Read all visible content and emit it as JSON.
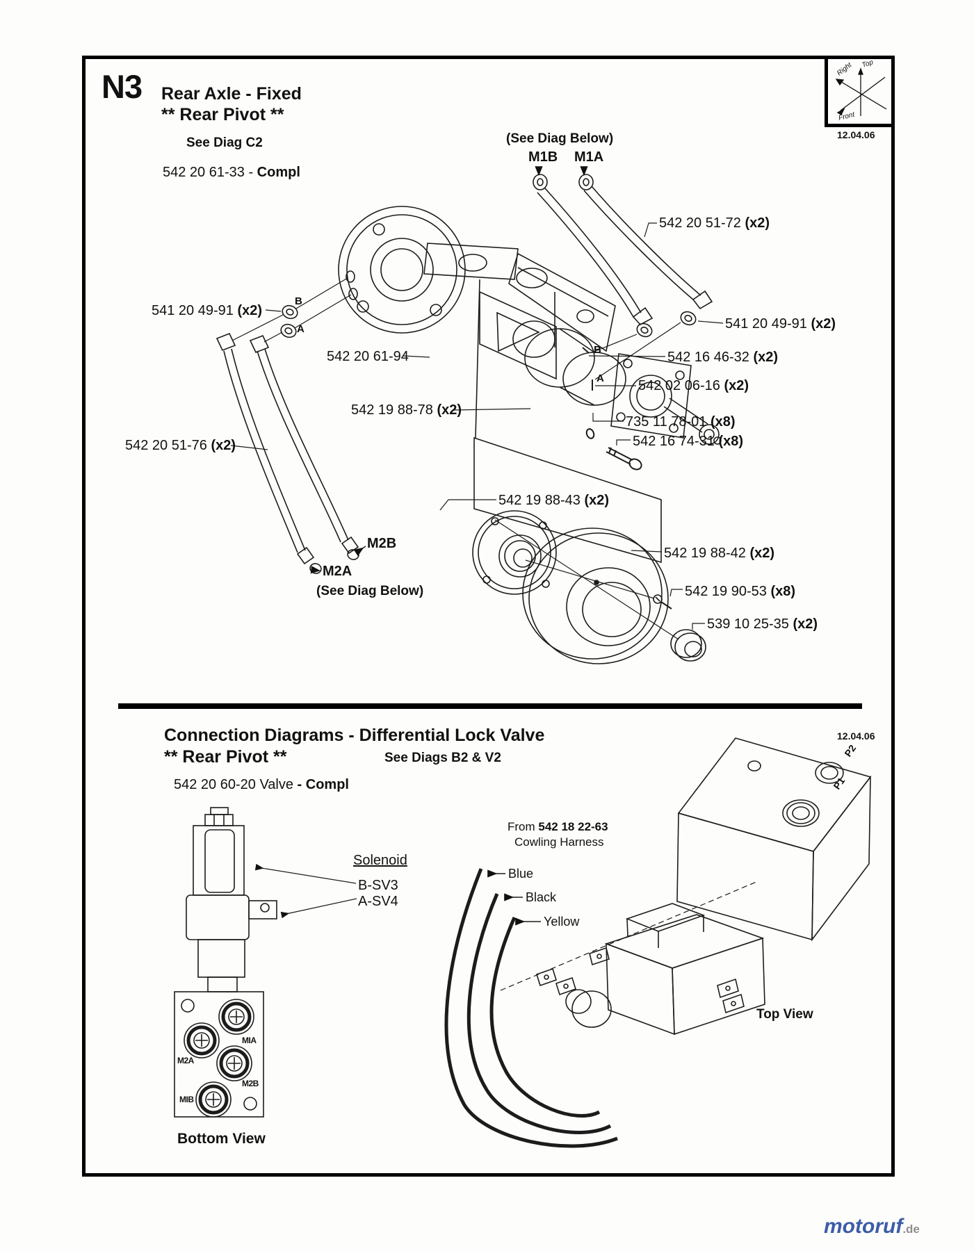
{
  "colors": {
    "ink": "#111111",
    "line": "#1c1c1c",
    "brand_blue": "#3c5ca8",
    "brand_gray": "#8f8f8f"
  },
  "page": {
    "date_top": "12.04.06",
    "date_bottom": "12.04.06",
    "compass": {
      "top": "Top",
      "right": "Right",
      "front": "Front"
    }
  },
  "watermark": {
    "name": "motoruf",
    "tld": ".de"
  },
  "header": {
    "section_code": "N3",
    "title": "Rear Axle - Fixed",
    "subtitle": "** Rear Pivot **",
    "see_diag": "See Diag C2",
    "assembly": {
      "prefix": "542 20 61-33 - ",
      "bold": "Compl"
    }
  },
  "top_diagram": {
    "see_below_top": "(See Diag Below)",
    "m1b": "M1B",
    "m1a": "M1A",
    "m2b": "M2B",
    "m2a": "M2A",
    "see_below_bottom": "(See Diag Below)",
    "letters": {
      "b": "B",
      "a": "A"
    },
    "parts": [
      {
        "num": "542 20 51-72 ",
        "qty": "(x2)"
      },
      {
        "num": "541 20 49-91 ",
        "qty": "(x2)"
      },
      {
        "num": "542 16 46-32 ",
        "qty": "(x2)"
      },
      {
        "num": "542 02 06-16 ",
        "qty": "(x2)"
      },
      {
        "num": "735 11 78-01 ",
        "qty": "(x8)"
      },
      {
        "num": "542 16 74-31 ",
        "qty": "(x8)"
      },
      {
        "num": "541 20 49-91 ",
        "qty": "(x2)"
      },
      {
        "num": "542 20 61-94",
        "qty": ""
      },
      {
        "num": "542 19 88-78 ",
        "qty": "(x2)"
      },
      {
        "num": "542 20 51-76 ",
        "qty": "(x2)"
      },
      {
        "num": "542 19 88-43 ",
        "qty": "(x2)"
      },
      {
        "num": "542 19 88-42 ",
        "qty": "(x2)"
      },
      {
        "num": "542 19 90-53 ",
        "qty": "(x8)"
      },
      {
        "num": "539 10 25-35 ",
        "qty": "(x2)"
      }
    ]
  },
  "bottom_section": {
    "heading": "Connection Diagrams - Differential Lock Valve",
    "subheading": "** Rear Pivot **",
    "see_diags": "See Diags B2 &  V2",
    "valve": {
      "prefix": "542 20 60-20 Valve ",
      "bold": "- Compl"
    },
    "solenoid": "Solenoid",
    "b_sv3": "B-SV3",
    "a_sv4": "A-SV4",
    "from": {
      "prefix": "From ",
      "part": "542 18 22-63"
    },
    "cowling": "Cowling Harness",
    "wires": {
      "blue": "Blue",
      "black": "Black",
      "yellow": "Yellow"
    },
    "top_view": "Top View",
    "bottom_view": "Bottom View",
    "ports": {
      "mia": "MIA",
      "m2a": "M2A",
      "m2b": "M2B",
      "mib": "MIB"
    },
    "p1": "P1",
    "p2": "P2"
  }
}
